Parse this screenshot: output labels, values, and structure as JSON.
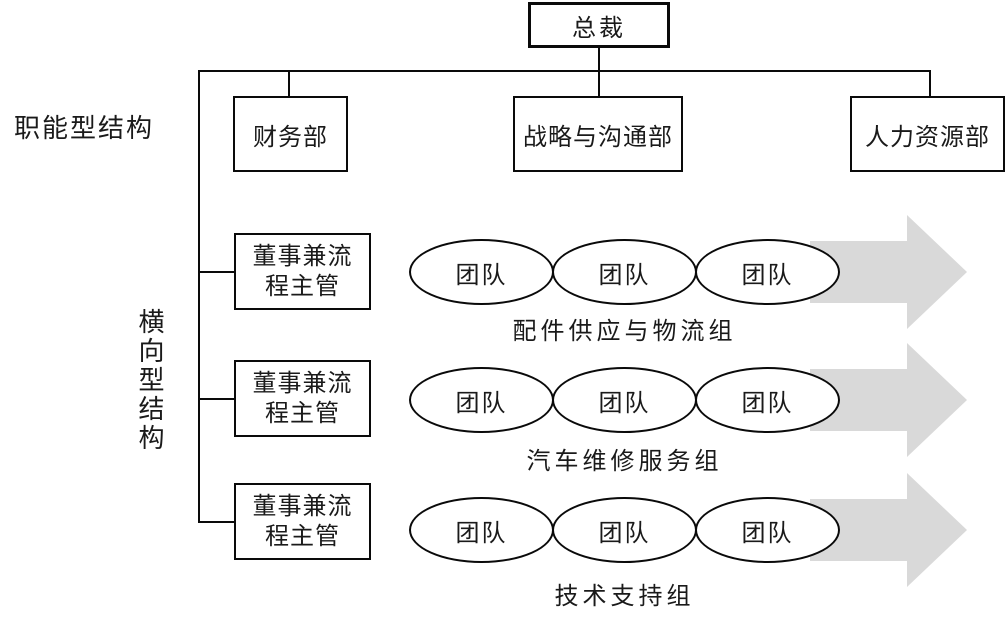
{
  "diagram": {
    "president": "总裁",
    "functional_structure_label": "职能型结构",
    "horizontal_structure_label": "横向型结构",
    "departments": [
      {
        "label": "财务部"
      },
      {
        "label": "战略与沟通部"
      },
      {
        "label": "人力资源部"
      }
    ],
    "rows": [
      {
        "manager": "董事兼流程主管",
        "teams": [
          "团队",
          "团队",
          "团队"
        ],
        "group_label": "配件供应与物流组"
      },
      {
        "manager": "董事兼流程主管",
        "teams": [
          "团队",
          "团队",
          "团队"
        ],
        "group_label": "汽车维修服务组"
      },
      {
        "manager": "董事兼流程主管",
        "teams": [
          "团队",
          "团队",
          "团队"
        ],
        "group_label": "技术支持组"
      }
    ],
    "colors": {
      "arrow_fill": "#d9d9d9",
      "line": "#000000",
      "text": "#1a1a1a",
      "background": "#ffffff"
    }
  }
}
